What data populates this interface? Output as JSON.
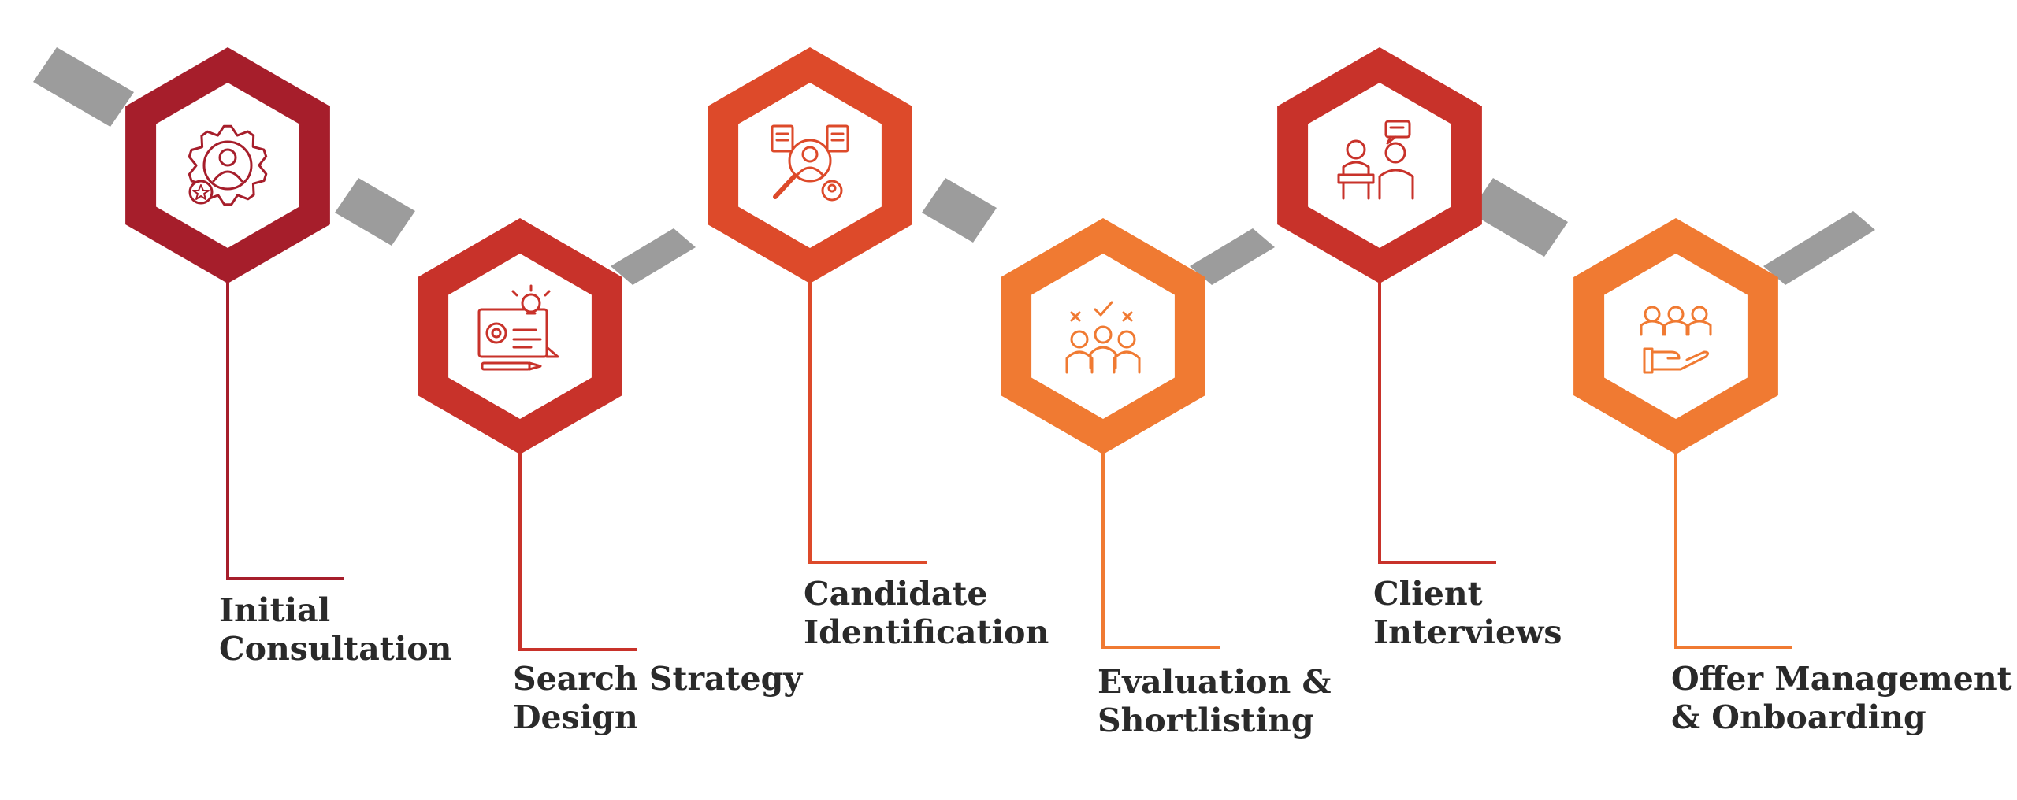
{
  "colors": {
    "connector": "#9c9c9c",
    "text": "#2a2a2a",
    "hex_inner": "#ffffff"
  },
  "steps": [
    {
      "id": "initial-consultation",
      "lines": [
        "Initial",
        "Consultation"
      ],
      "color": "#a61e2b",
      "icon": "consultation-gear-icon"
    },
    {
      "id": "search-strategy-design",
      "lines": [
        "Search Strategy",
        "Design"
      ],
      "color": "#c8322a",
      "icon": "strategy-blueprint-icon"
    },
    {
      "id": "candidate-identification",
      "lines": [
        "Candidate",
        "Identification"
      ],
      "color": "#dd4a2a",
      "icon": "candidate-search-icon"
    },
    {
      "id": "evaluation-shortlisting",
      "lines": [
        "Evaluation &",
        "Shortlisting"
      ],
      "color": "#f07a32",
      "icon": "evaluation-group-icon"
    },
    {
      "id": "client-interviews",
      "lines": [
        "Client",
        "Interviews"
      ],
      "color": "#c8322a",
      "icon": "interview-icon"
    },
    {
      "id": "offer-onboarding",
      "lines": [
        "Offer Management",
        "& Onboarding"
      ],
      "color": "#f07a32",
      "icon": "offer-handshake-icon"
    }
  ]
}
